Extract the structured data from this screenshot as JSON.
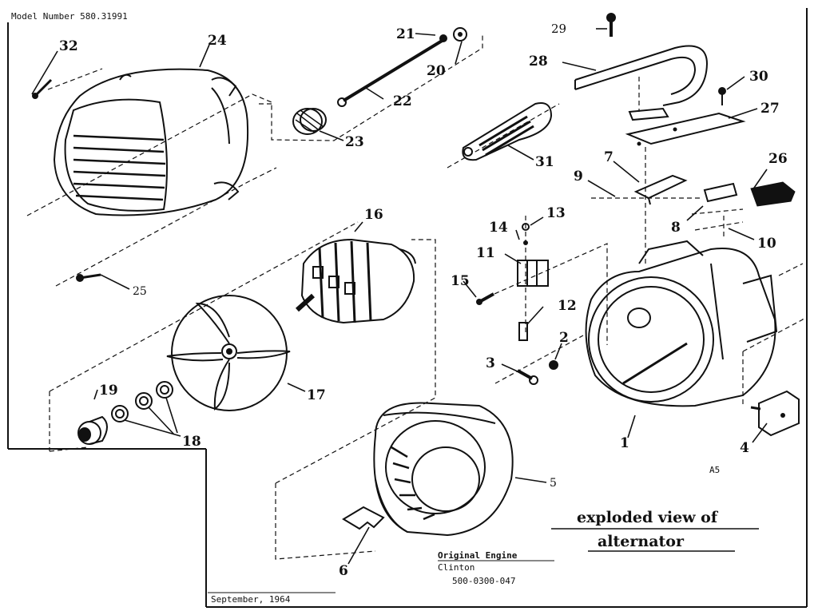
{
  "header": {
    "model_number": "Model Number 580.31991"
  },
  "title": {
    "line1": "exploded view of",
    "line2": "alternator"
  },
  "engine_note": {
    "heading": "Original Engine",
    "maker": "Clinton",
    "part_no": "500-0300-047"
  },
  "date": "September, 1964",
  "sheet_code": "A5",
  "parts": {
    "p1": "1",
    "p2": "2",
    "p3": "3",
    "p4": "4",
    "p5": "5",
    "p6": "6",
    "p7": "7",
    "p8": "8",
    "p9": "9",
    "p10": "10",
    "p11": "11",
    "p12": "12",
    "p13": "13",
    "p14": "14",
    "p15": "15",
    "p16": "16",
    "p17": "17",
    "p18": "18",
    "p19": "19",
    "p20": "20",
    "p21": "21",
    "p22": "22",
    "p23": "23",
    "p24": "24",
    "p25": "25",
    "p26": "26",
    "p27": "27",
    "p28": "28",
    "p29": "29",
    "p30": "30",
    "p31": "31",
    "p32": "32"
  }
}
